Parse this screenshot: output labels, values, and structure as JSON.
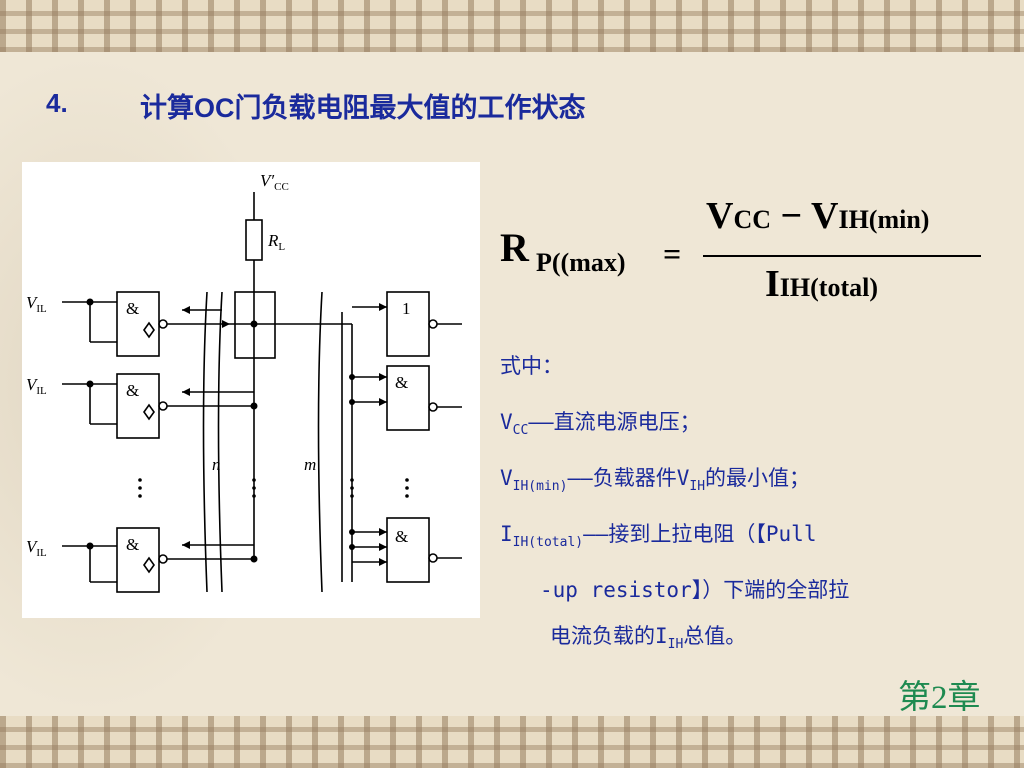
{
  "title": {
    "number": "4.",
    "text": "计算OC门负载电阻最大值的工作状态"
  },
  "formula": {
    "lhs_main": "R",
    "lhs_sub": "P((max)",
    "equals": "=",
    "num_a": "V",
    "num_a_sub": "CC",
    "minus": "−",
    "num_b": "V",
    "num_b_sub": "IH(min)",
    "den": "I",
    "den_sub": "IH(total)"
  },
  "notes": {
    "intro": "式中：",
    "vcc_sym": "V",
    "vcc_sub": "CC",
    "vcc_desc": "——直流电源电压；",
    "vih_sym": "V",
    "vih_sub": "IH(min)",
    "vih_desc_a": "——负载器件V",
    "vih_desc_sub": "IH",
    "vih_desc_b": "的最小值；",
    "iih_sym": "I",
    "iih_sub": "IH(total)",
    "iih_desc": "——接到上拉电阻（【Pull",
    "iih_desc2": "-up resistor】）下端的全部拉",
    "iih_desc3a": "电流负载的I",
    "iih_desc3_sub": "IH",
    "iih_desc3b": "总值。"
  },
  "circuit": {
    "vcc_label": "V′",
    "vcc_sub": "CC",
    "rl_label": "R",
    "rl_sub": "L",
    "vil_label": "V",
    "vil_sub": "IL",
    "gate_and": "&",
    "gate_not": "1",
    "n_label": "n",
    "m_label": "m"
  },
  "footer": {
    "chapter": "第2章"
  }
}
